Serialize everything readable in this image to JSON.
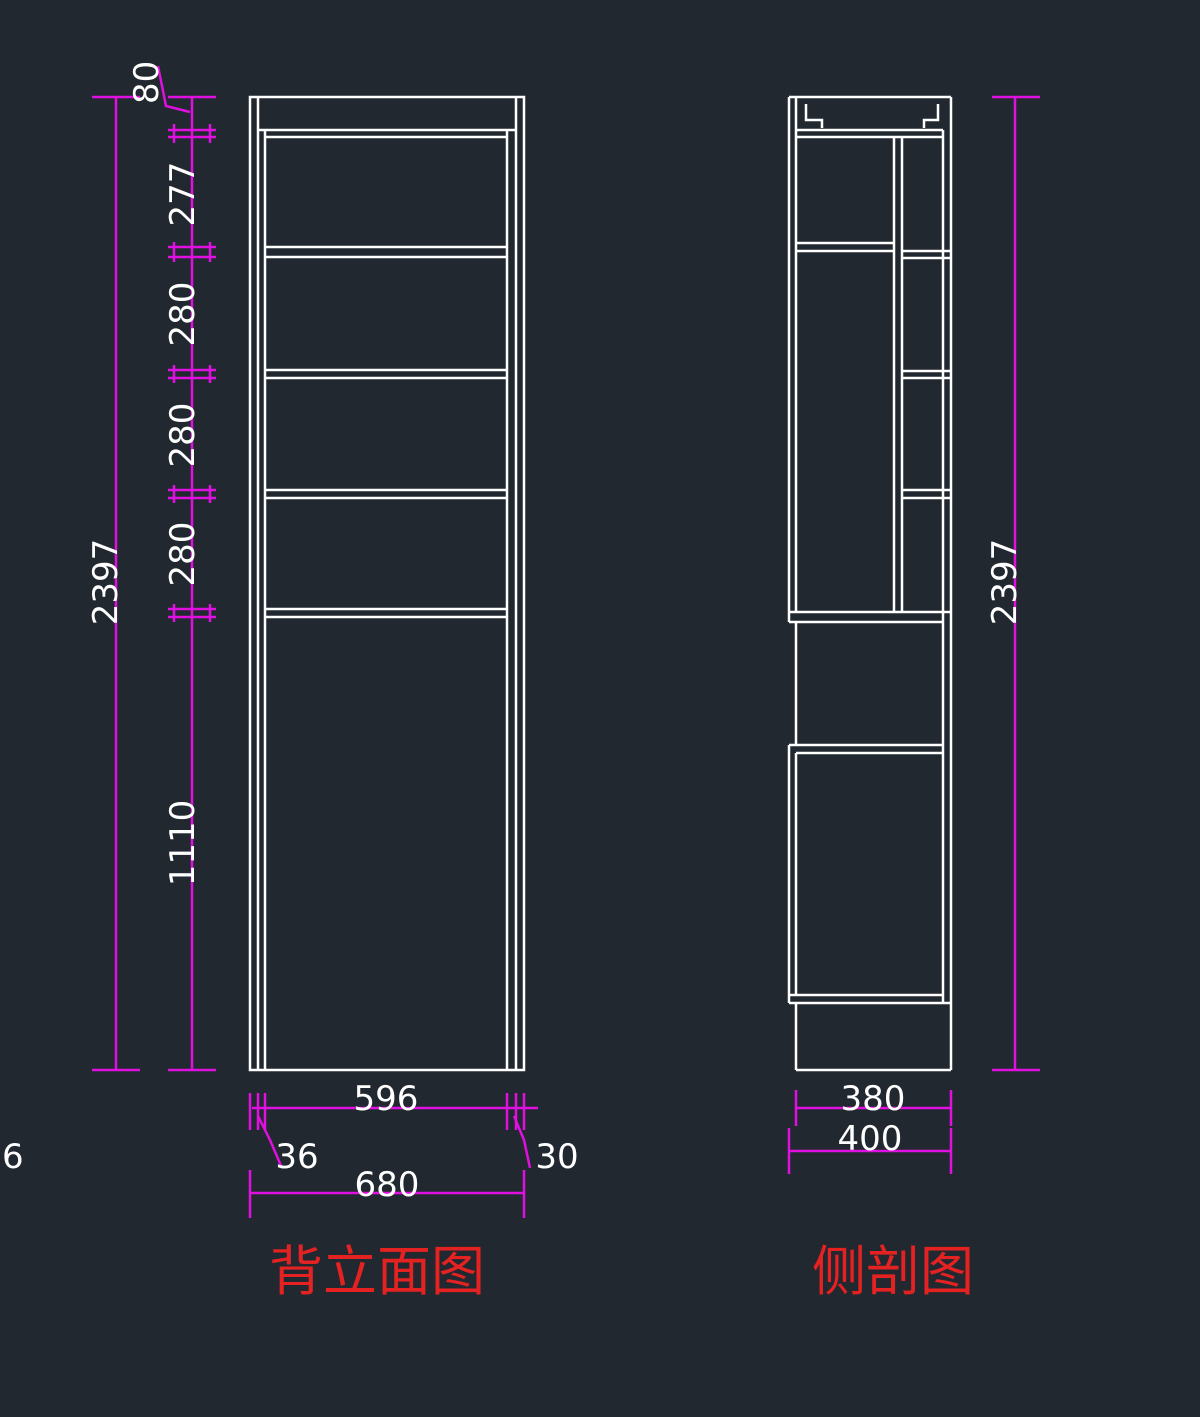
{
  "back_elevation": {
    "title": "背立面图",
    "dims": {
      "top_80": "80",
      "h_277": "277",
      "h_280_a": "280",
      "h_280_b": "280",
      "h_280_c": "280",
      "h_1110": "1110",
      "total_height": "2397",
      "inner_width": "596",
      "left_36": "36",
      "right_30": "30",
      "total_width": "680",
      "cut_left": "6"
    }
  },
  "side_section": {
    "title": "侧剖图",
    "dims": {
      "total_height": "2397",
      "width_380": "380",
      "width_400": "400"
    }
  },
  "colors": {
    "background": "#212830",
    "structure": "#ffffff",
    "dimension": "#e010e0",
    "title": "#e52222"
  }
}
